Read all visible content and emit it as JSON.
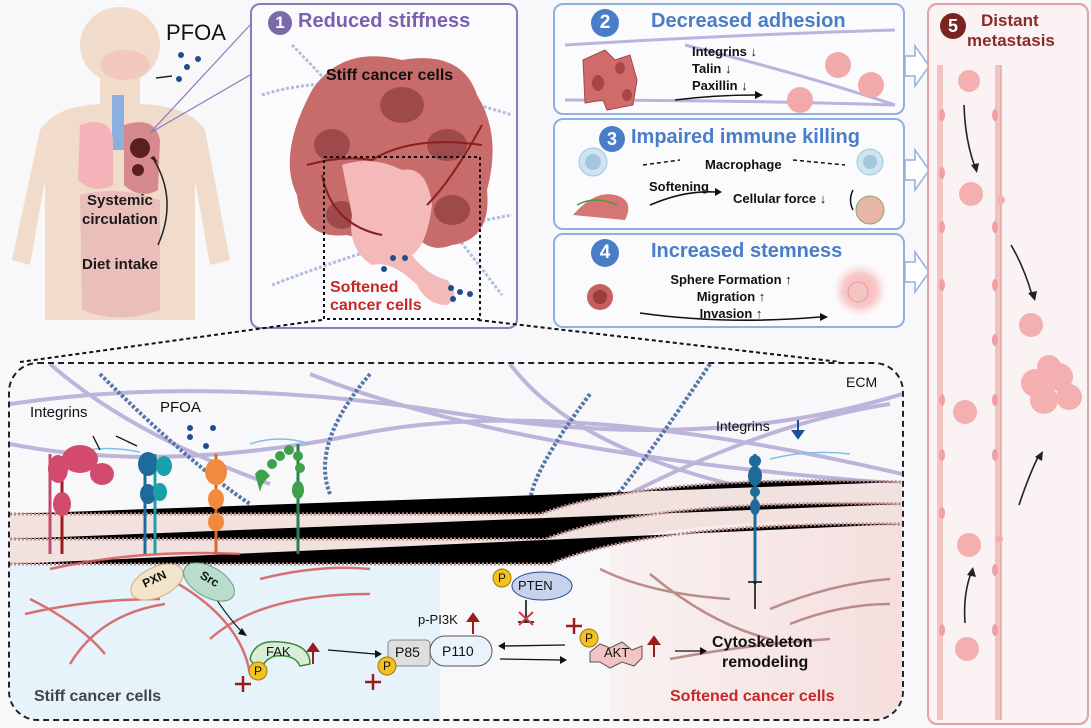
{
  "body_panel": {
    "pfoa_label": "PFOA",
    "systemic_label_1": "Systemic",
    "systemic_label_2": "circulation",
    "diet_label": "Diet intake"
  },
  "panels": [
    {
      "number": "1",
      "title": "Reduced stiffness",
      "color": "#7b62a8",
      "labels": {
        "stiff": "Stiff cancer cells",
        "soft_1": "Softened",
        "soft_2": "cancer cells"
      }
    },
    {
      "number": "2",
      "title": "Decreased adhesion",
      "color": "#4a7dc8",
      "items": [
        "Integrins ↓",
        "Talin ↓",
        "Paxillin ↓"
      ]
    },
    {
      "number": "3",
      "title": "Impaired immune killing",
      "color": "#4a7dc8",
      "labels": {
        "macrophage": "Macrophage",
        "softening": "Softening",
        "force": "Cellular force ↓"
      }
    },
    {
      "number": "4",
      "title": "Increased stemness",
      "color": "#4a7dc8",
      "items": [
        "Sphere Formation ↑",
        "Migration ↑",
        "Invasion ↑"
      ]
    },
    {
      "number": "5",
      "title_1": "Distant",
      "title_2": "metastasis",
      "color": "#8b2a2a"
    }
  ],
  "mechanism": {
    "ecm_label": "ECM",
    "integrins_label": "Integrins",
    "pfoa_label": "PFOA",
    "integrins_down_label": "Integrins",
    "pxn": "PXN",
    "src": "Src",
    "fak": "FAK",
    "p": "P",
    "p85": "P85",
    "p110": "P110",
    "ppi3k": "p-PI3K",
    "pten": "PTEN",
    "akt": "AKT",
    "cyto_1": "Cytoskeleton",
    "cyto_2": "remodeling",
    "stiff_label": "Stiff cancer cells",
    "soft_label": "Softened cancer cells"
  },
  "colors": {
    "panel_blue": "#8fb0e0",
    "panel_purple": "#8a7bbd",
    "panel_red": "#e2a3a6",
    "up_arrow": "#9b1c1c",
    "down_arrow": "#1f4e99",
    "soft_text": "#c62828"
  }
}
